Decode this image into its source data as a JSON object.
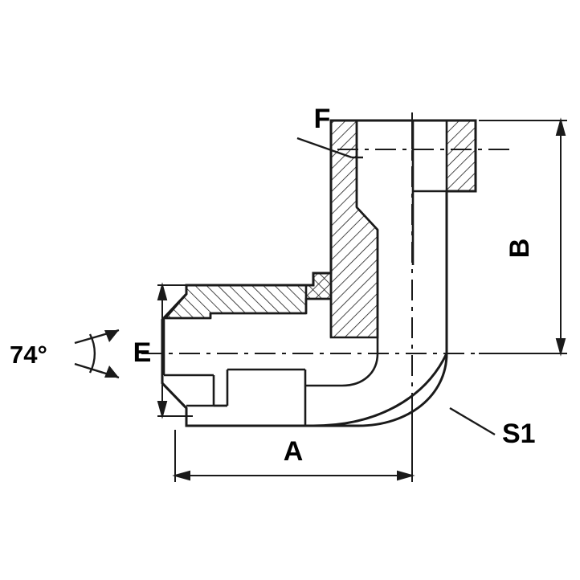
{
  "drawing": {
    "title": "90 degree hydraulic elbow adapter fitting cross-section drawing",
    "background_color": "#ffffff",
    "line_color": "#1a1a1a",
    "hatch_color": "#1a1a1a",
    "fill_color": "#ffffff",
    "labels": {
      "angle": "74°",
      "thread_end": "F",
      "height": "B",
      "seat": "E",
      "length": "A",
      "elbow": "S1"
    },
    "dimension_lines": [
      {
        "name": "B",
        "orientation": "vertical",
        "label": "B"
      },
      {
        "name": "A",
        "orientation": "horizontal",
        "label": "A"
      },
      {
        "name": "E",
        "orientation": "vertical",
        "label": "E"
      }
    ],
    "leaders": [
      {
        "name": "F",
        "label": "F",
        "points": "from label F down-right to hatched wall"
      },
      {
        "name": "S1",
        "label": "S1",
        "points": "from label S1 up-left to elbow outer bend"
      }
    ]
  }
}
